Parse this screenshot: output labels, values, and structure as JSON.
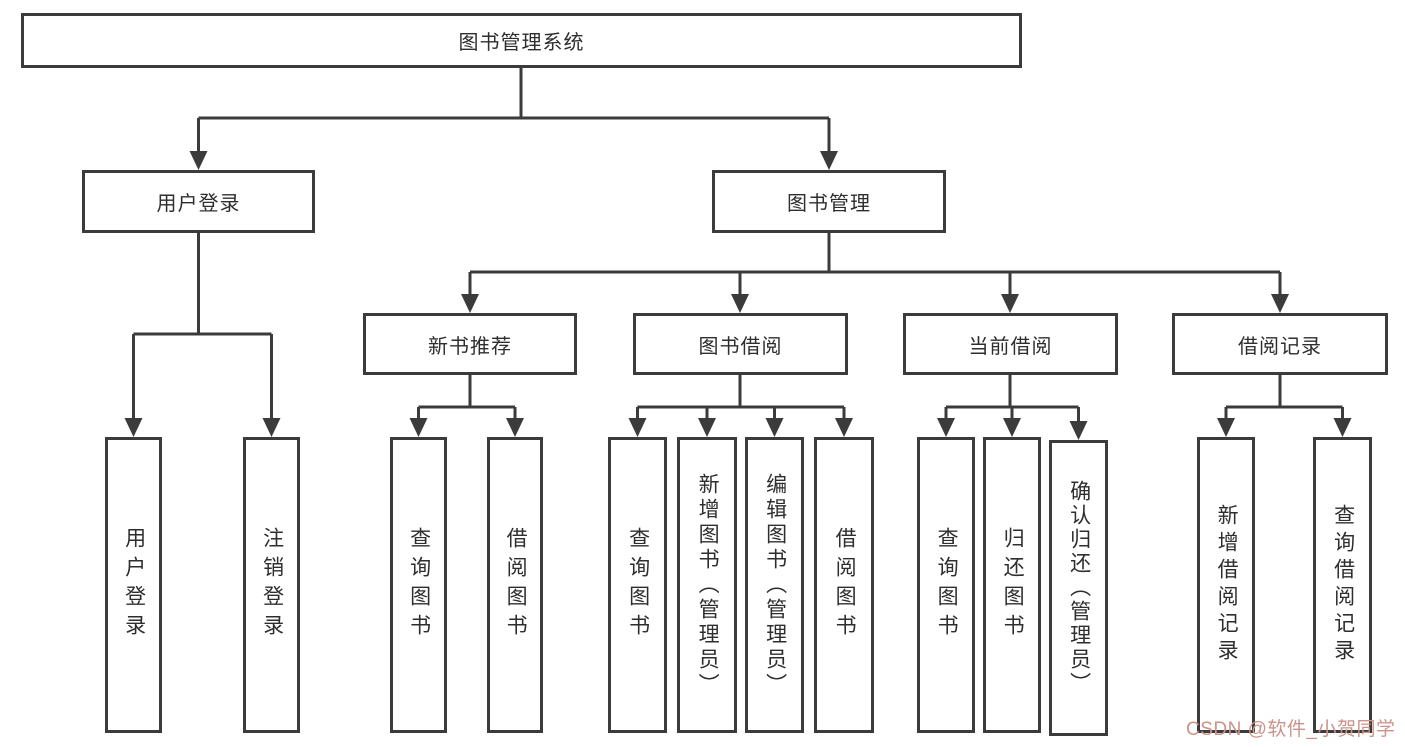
{
  "diagram_type": "hierarchy-tree",
  "tree": {
    "root": "图书管理系统",
    "level2": [
      "用户登录",
      "图书管理"
    ],
    "level3": [
      "新书推荐",
      "图书借阅",
      "当前借阅",
      "借阅记录"
    ],
    "leaves": {
      "user_login": [
        "用户登录",
        "注销登录"
      ],
      "new_book": [
        "查询图书",
        "借阅图书"
      ],
      "book_borrow": [
        "查询图书",
        "新增图书（管理员）",
        "编辑图书（管理员）",
        "借阅图书"
      ],
      "current_borrow": [
        "查询图书",
        "归还图书",
        "确认归还（管理员）"
      ],
      "borrow_records": [
        "新增借阅记录",
        "查询借阅记录"
      ]
    }
  },
  "watermark": {
    "text": "CSDN @软件_小贺同学",
    "color": "#cc938a"
  },
  "colors": {
    "line": "#3b3b3b",
    "text": "#2e2e2e",
    "background": "#ffffff"
  }
}
